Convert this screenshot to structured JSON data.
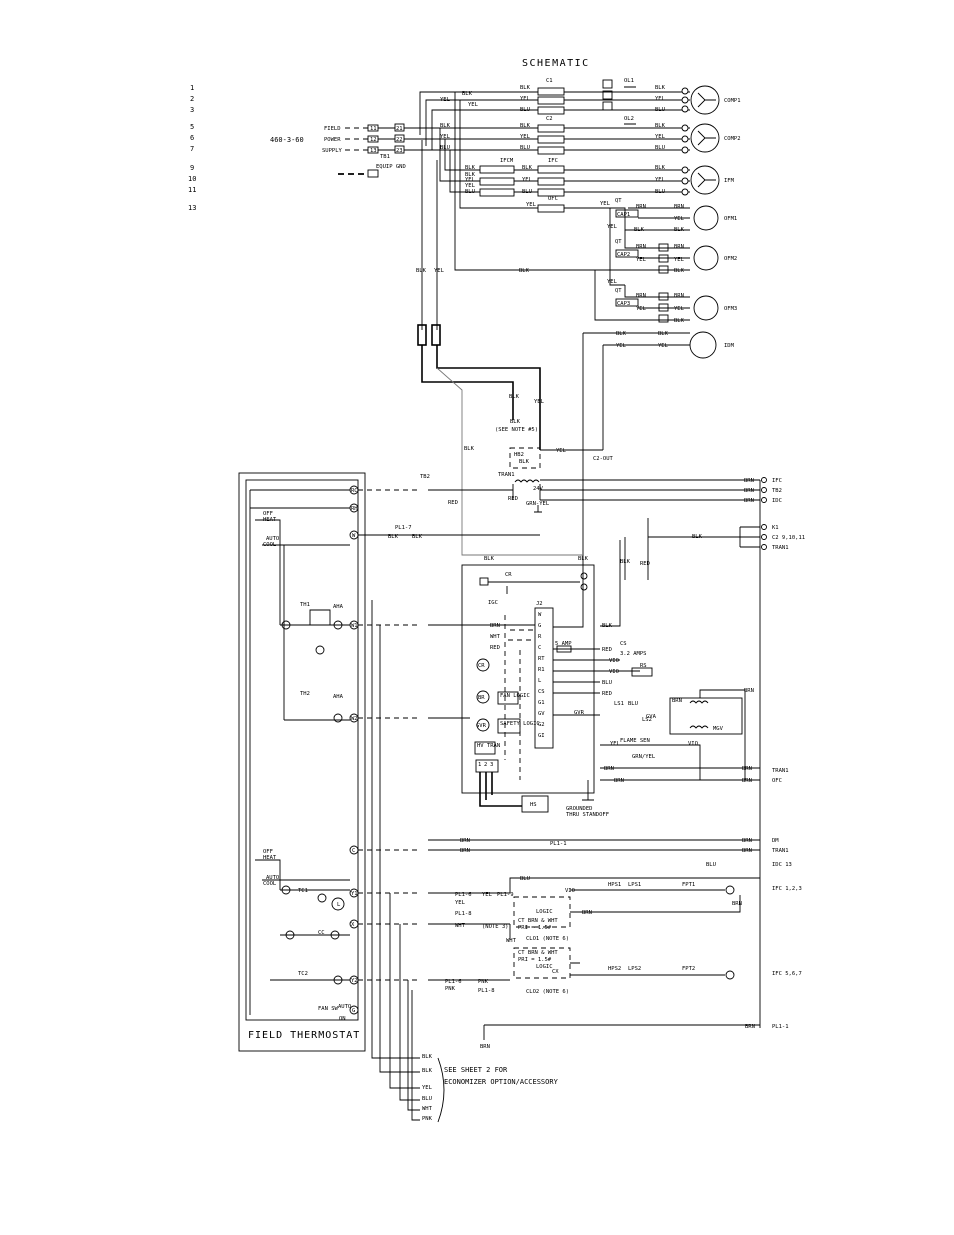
{
  "diagram": {
    "title": "SCHEMATIC",
    "line_numbers": [
      "1",
      "2",
      "3",
      "5",
      "6",
      "7",
      "9",
      "10",
      "11",
      "13"
    ],
    "supply": {
      "voltage": "460-3-60",
      "field": "FIELD",
      "power": "POWER",
      "supply": "SUPPLY",
      "tb": "TB1",
      "ground": "EQUIP GND"
    },
    "terminals": {
      "t11": "11",
      "t12": "12",
      "t13": "13",
      "t21": "21",
      "t22": "22",
      "t23": "23"
    },
    "contactors": {
      "c1": "C1",
      "c2": "C2",
      "ifcm": "IFCM",
      "ifc": "IFC",
      "ofc": "OFC"
    },
    "overloads": {
      "ol1": "OL1",
      "ol2": "OL2"
    },
    "motors": {
      "comp1": "COMP1",
      "comp2": "COMP2",
      "ifm": "IFM",
      "ofm1": "OFM1",
      "ofm2": "OFM2",
      "ofm3": "OFM3",
      "idm": "IDM"
    },
    "caps": {
      "cap1": "CAP1",
      "cap2": "CAP2",
      "cap3": "CAP3",
      "qt": "QT"
    },
    "wires": {
      "blk": "BLK",
      "yel": "YEL",
      "blu": "BLU",
      "brn": "BRN",
      "red": "RED",
      "wht": "WHT",
      "pnk": "PNK",
      "grnyel": "GRN-YEL",
      "grn_yel2": "GRN/YEL"
    },
    "notes": {
      "see_note5": "(SEE NOTE #5)",
      "c2_out": "C2-OUT",
      "hb2": "HB2",
      "note3": "(NOTE 3)",
      "note6_1": "CLO1 (NOTE 6)",
      "note6_2": "CLO2 (NOTE 6)",
      "grounded": "GROUNDED",
      "thru_standoff": "THRU STANDOFF",
      "see_sheet": "SEE SHEET 2 FOR",
      "economizer": "ECONOMIZER OPTION/ACCESSORY"
    },
    "transformer": {
      "label": "TRAN1",
      "v24": "24V"
    },
    "igc": {
      "label": "IGC",
      "j2": "J2",
      "cr": "CR",
      "br": "BR",
      "gvr": "GVR",
      "fan_logic": "FAN LOGIC",
      "safety_logic": "SAFETY LOGIC",
      "hv_tran": "HV TRAN",
      "hs": "HS",
      "amp5": "5 AMP",
      "amps2": "3.2 AMPS",
      "cs": "CS",
      "rs": "RS",
      "ls1": "LS1",
      "ls2": "LS2",
      "flame_sen": "FLAME SEN",
      "mgv": "MGV",
      "vent": "VIO",
      "gva": "GVA",
      "pins": [
        "1",
        "2",
        "3"
      ]
    },
    "j2_pins": [
      "W",
      "G",
      "R",
      "C",
      "RT",
      "R1",
      "L",
      "CS",
      "G1",
      "GV",
      "G2",
      "GI"
    ],
    "right_tags": [
      "IFC",
      "TB2",
      "IDC",
      "K1",
      "C2 9,10,11",
      "TRAN1",
      "TRAN1",
      "OFC",
      "DM",
      "TRAN1",
      "IDC 13",
      "IFC 1,2,3",
      "IFC 5,6,7",
      "PL1-1"
    ],
    "thermostat": {
      "label": "FIELD THERMOSTAT",
      "off": "OFF",
      "heat": "HEAT",
      "auto": "AUTO",
      "cool": "COOL",
      "on": "ON",
      "fan_sw": "FAN SW",
      "th1": "TH1",
      "th2": "TH2",
      "aha": "AHA",
      "tc1": "TC1",
      "tc2": "TC2",
      "cc": "CC",
      "l": "L"
    },
    "tb2": {
      "label": "TB2",
      "pl1_7": "PL1-7",
      "pl1_1": "PL1-1",
      "pl1_6": "PL1-6",
      "pl1_8": "PL1-8",
      "pl1_9": "PL1-9"
    },
    "therm_terms": [
      "RC",
      "RH",
      "W",
      "W1",
      "W2",
      "C",
      "Y1",
      "Y2",
      "X",
      "G"
    ],
    "relays": {
      "hps1": "HPS1",
      "lps1": "LPS1",
      "fpt1": "FPT1",
      "hps2": "HPS2",
      "lps2": "LPS2",
      "fpt2": "FPT2",
      "ct": "CT",
      "logic": "LOGIC",
      "ct_brn": "CT BRN & WHT",
      "pri": "PRI = 1.5#",
      "cx": "CX"
    },
    "bottom_wires": [
      "BLK",
      "BLK",
      "YEL",
      "BLU",
      "WHT",
      "PNK"
    ]
  }
}
